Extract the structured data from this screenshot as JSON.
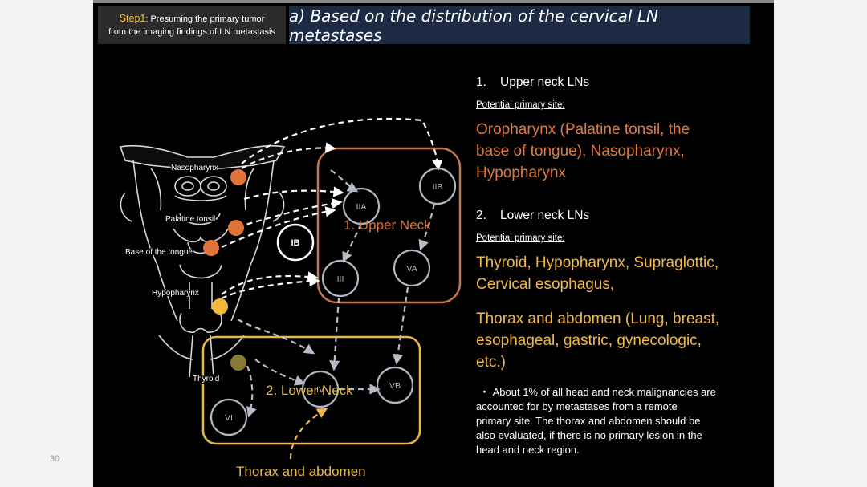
{
  "page_number": "30",
  "step": {
    "label": "Step1",
    "text_line1": ": Presuming the primary tumor",
    "text_line2": "from the imaging findings of LN metastasis"
  },
  "title": "a) Based on the distribution of the cervical LN metastases",
  "diagram": {
    "anatomy_labels": {
      "nasopharynx": "Nasopharynx",
      "palatine_tonsil": "Palatine tonsil",
      "base_of_tongue": "Base of the tongue",
      "hypopharynx": "Hypopharynx",
      "thyroid": "Thyroid"
    },
    "nodes": {
      "IIA": "IIA",
      "IIB": "IIB",
      "III": "III",
      "VA": "VA",
      "IB": "IB",
      "IV": "IV",
      "VB": "VB",
      "VI": "VI"
    },
    "regions": {
      "upper_neck": "1. Upper Neck",
      "lower_neck": "2. Lower Neck",
      "thorax": "Thorax and abdomen"
    },
    "colors": {
      "upper_region": "#c8784a",
      "lower_region": "#e8b84a",
      "primary_orange": "#e0733a",
      "primary_yellow": "#f5b93c",
      "thyroid": "#8a7a3a"
    }
  },
  "text": {
    "upper": {
      "heading_num": "1.",
      "heading_text": "Upper neck LNs",
      "subheading": "Potential primary site:",
      "sites_line1": "Oropharynx (Palatine tonsil, the",
      "sites_line2": "base of tongue), Nasopharynx,",
      "sites_line3": "Hypopharynx"
    },
    "lower": {
      "heading_num": "2.",
      "heading_text": "Lower neck LNs",
      "subheading": "Potential primary site:",
      "sites1_line1": "Thyroid, Hypopharynx, Supraglottic,",
      "sites1_line2": "Cervical esophagus,",
      "sites2_line1": "Thorax and abdomen (Lung, breast,",
      "sites2_line2": "esophageal, gastric, gynecologic,",
      "sites2_line3": "etc.)"
    },
    "note": {
      "line1": "・ About 1% of all head and neck malignancies are",
      "line2": "accounted for by metastases from a remote",
      "line3": "primary site. The thorax and abdomen should be",
      "line4": "also evaluated, if there is no primary lesion in the",
      "line5": "head and neck region."
    }
  }
}
